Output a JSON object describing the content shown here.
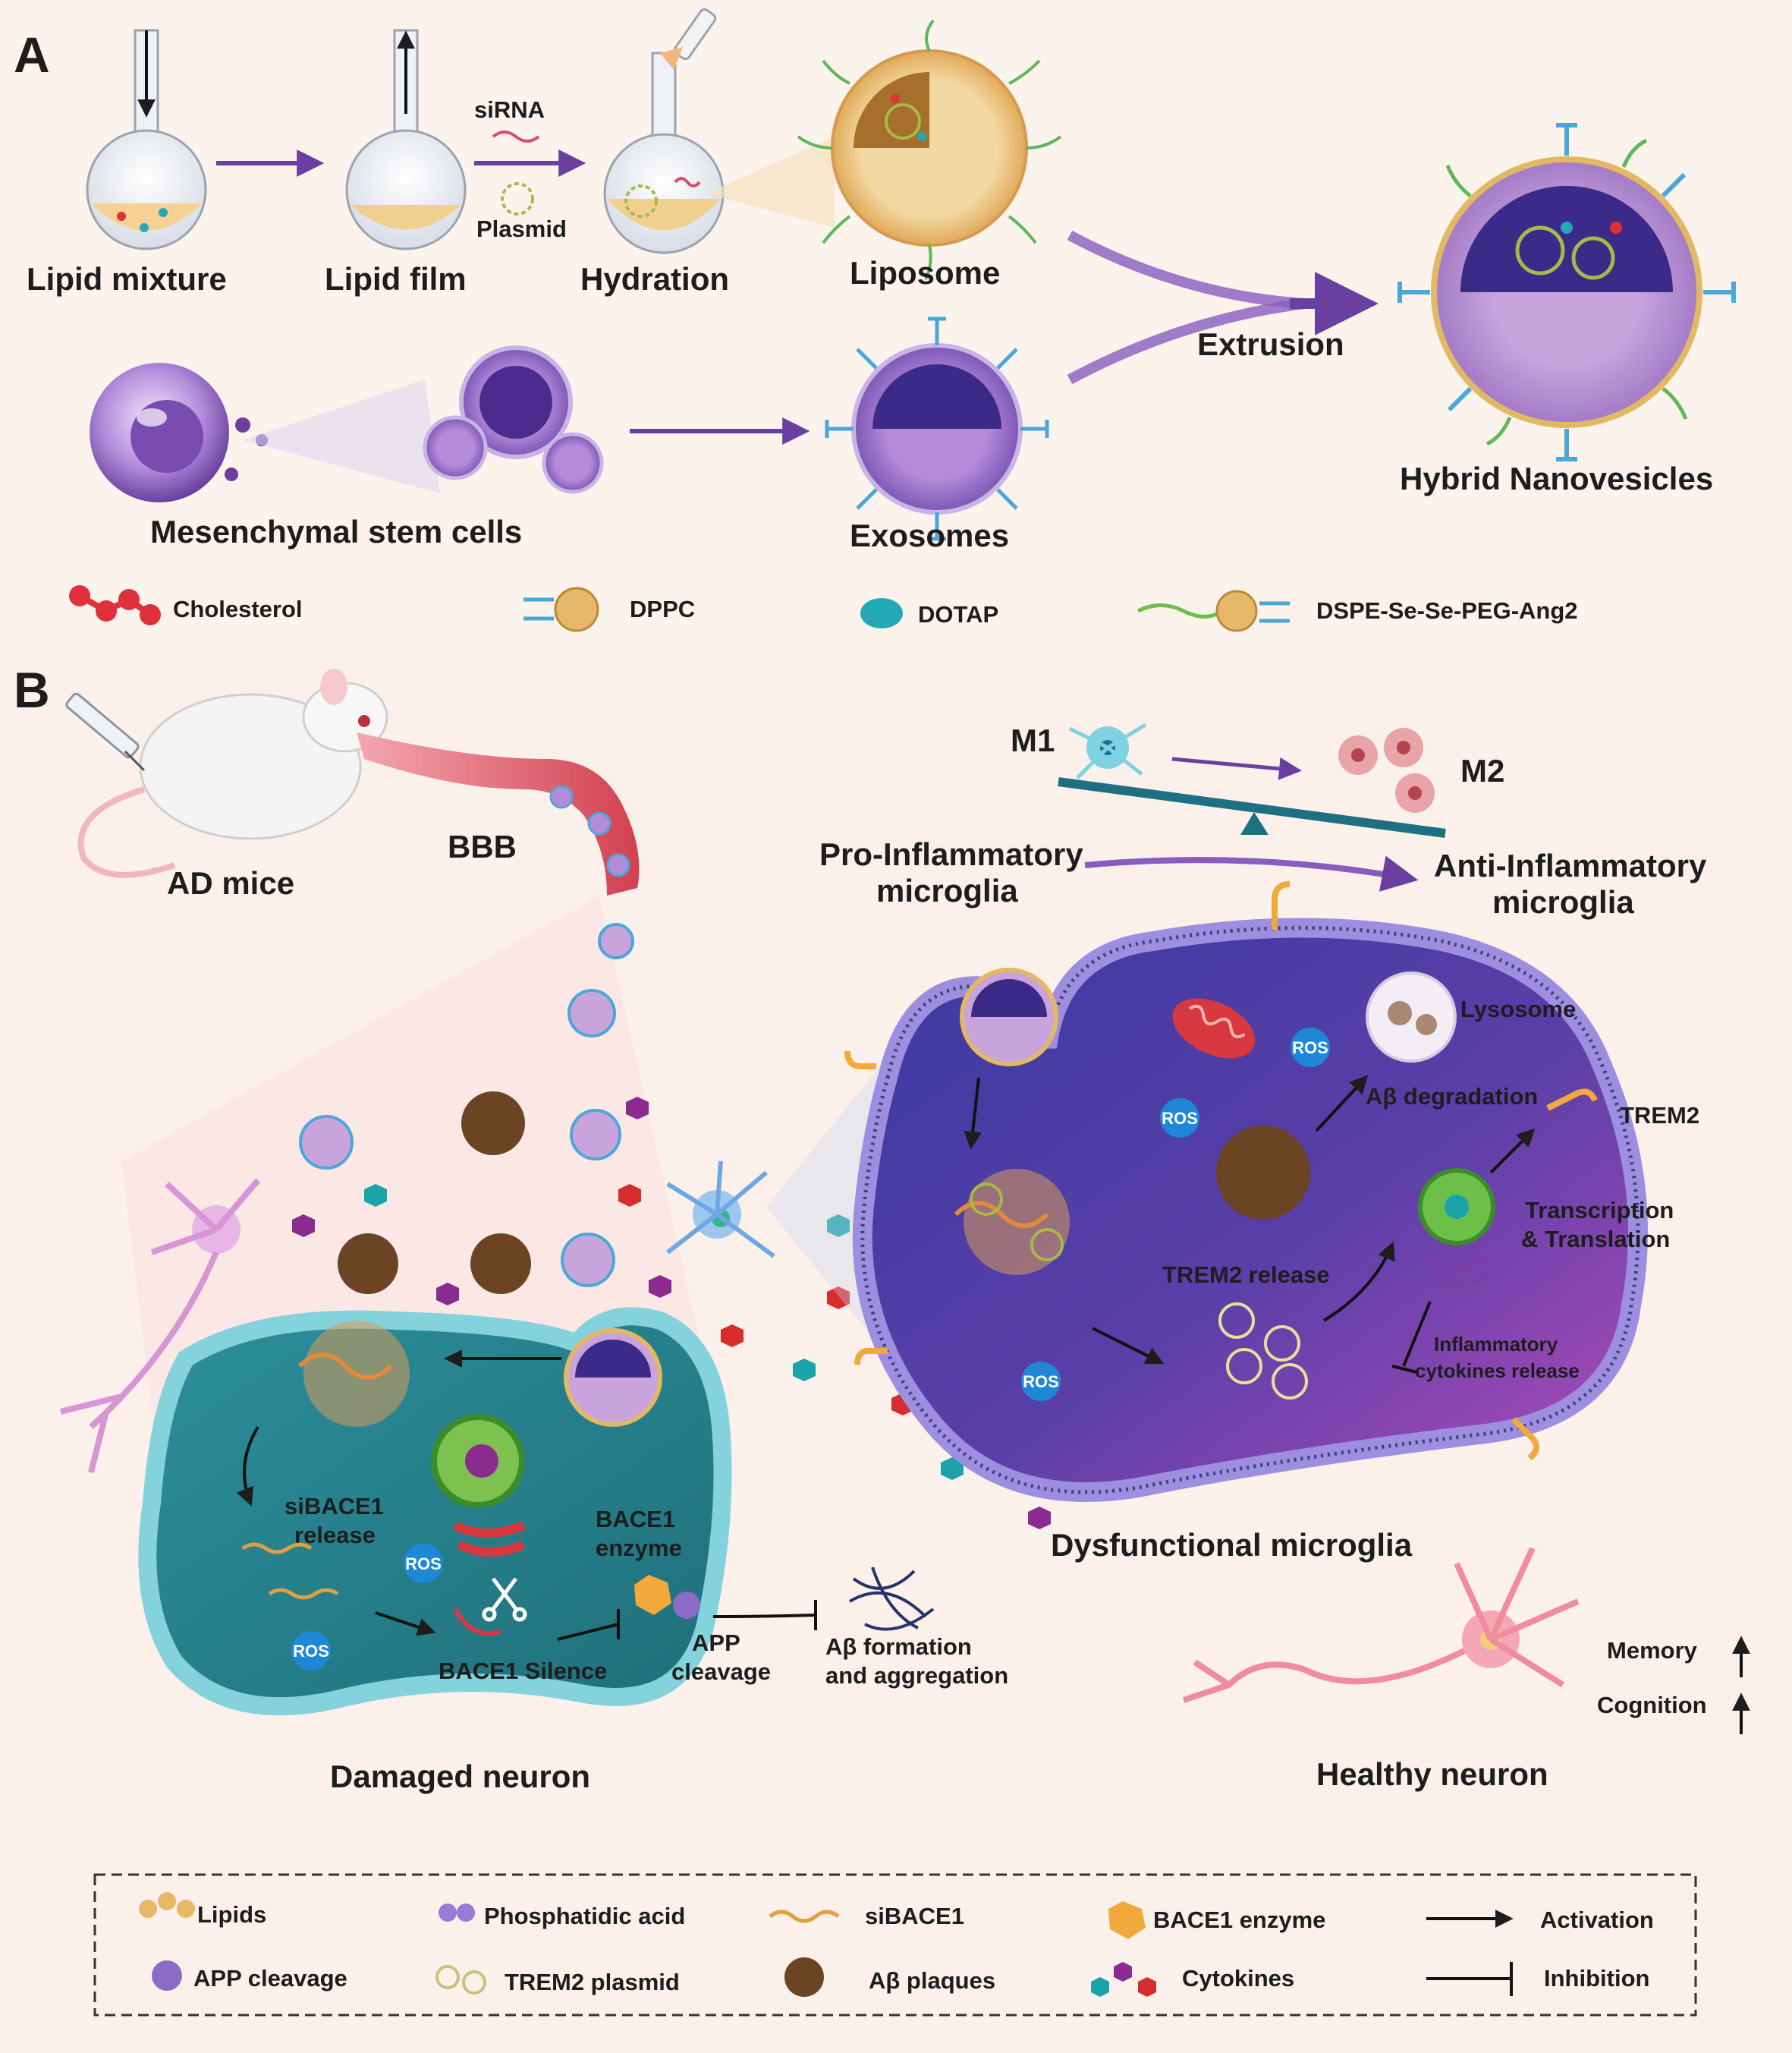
{
  "panel_a": {
    "letter": "A",
    "steps": [
      {
        "id": "lipid-mixture",
        "label": "Lipid mixture"
      },
      {
        "id": "lipid-film",
        "label": "Lipid film"
      },
      {
        "id": "hydration",
        "label": "Hydration"
      },
      {
        "id": "liposome",
        "label": "Liposome"
      }
    ],
    "reagents": {
      "sirna": "siRNA",
      "plasmid": "Plasmid"
    },
    "msc": "Mesenchymal  stem cells",
    "exosomes": "Exosomes",
    "extrusion": "Extrusion",
    "product": "Hybrid Nanovesicles",
    "legend": [
      {
        "id": "cholesterol",
        "label": "Cholesterol",
        "color": "#e0303a"
      },
      {
        "id": "dppc",
        "label": "DPPC",
        "color": "#e8b86a"
      },
      {
        "id": "dotap",
        "label": "DOTAP",
        "color": "#22a9b5"
      },
      {
        "id": "dspe",
        "label": "DSPE-Se-Se-PEG-Ang2",
        "color": "#6cc04a"
      }
    ]
  },
  "panel_b": {
    "letter": "B",
    "ad_mice": "AD mice",
    "bbb": "BBB",
    "m1": "M1",
    "m2": "M2",
    "pro_inflammatory": [
      "Pro-Inflammatory",
      "microglia"
    ],
    "anti_inflammatory": [
      "Anti-Inflammatory",
      "microglia"
    ],
    "lysosome": "Lysosome",
    "ab_degradation": "Aβ degradation",
    "trem2": "TREM2",
    "ros": "ROS",
    "transcription": [
      "Transcription",
      "& Translation"
    ],
    "trem2_release": "TREM2 release",
    "inflammatory": [
      "Inflammatory",
      "cytokines release"
    ],
    "sibace1_release": [
      "siBACE1",
      "release"
    ],
    "bace1_enzyme": [
      "BACE1",
      "enzyme"
    ],
    "bace1_silence": "BACE1 Silence",
    "app_cleavage": [
      "APP",
      "cleavage"
    ],
    "ab_formation": [
      "Aβ formation",
      "and aggregation"
    ],
    "damaged_neuron": "Damaged neuron",
    "dysfunctional_microglia": "Dysfunctional microglia",
    "healthy_neuron": "Healthy neuron",
    "memory": "Memory",
    "cognition": "Cognition",
    "legend": [
      {
        "id": "lipids",
        "label": "Lipids"
      },
      {
        "id": "phosphatidic-acid",
        "label": "Phosphatidic  acid"
      },
      {
        "id": "sibace1",
        "label": "siBACE1"
      },
      {
        "id": "bace1-enzyme",
        "label": "BACE1 enzyme"
      },
      {
        "id": "activation",
        "label": "Activation"
      },
      {
        "id": "app-cleavage",
        "label": "APP  cleavage"
      },
      {
        "id": "trem2-plasmid",
        "label": "TREM2 plasmid"
      },
      {
        "id": "ab-plaques",
        "label": "Aβ plaques"
      },
      {
        "id": "cytokines",
        "label": "Cytokines"
      },
      {
        "id": "inhibition",
        "label": "Inhibition"
      }
    ]
  },
  "colors": {
    "arrow_purple": "#6b3fa0",
    "microglia_membrane": "#8a6fd0",
    "neuron_membrane": "#3fb6c2",
    "ros_blue": "#1e88d6",
    "plaque_brown": "#6b4423"
  }
}
